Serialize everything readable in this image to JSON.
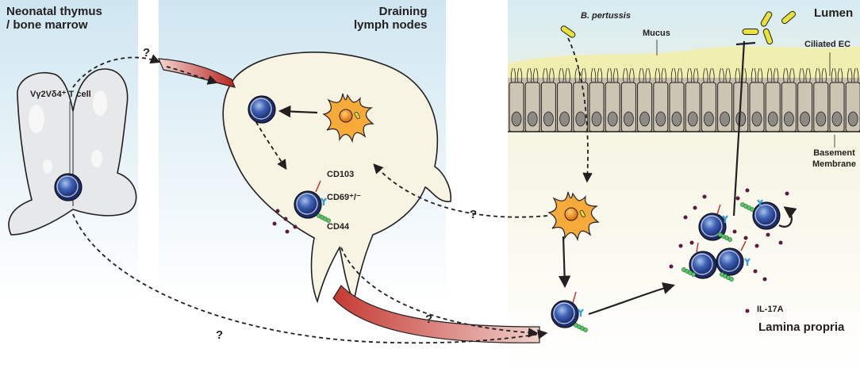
{
  "panels": {
    "thymus": {
      "title_line1": "Neonatal thymus",
      "title_line2": "/ bone marrow"
    },
    "lymph": {
      "title_line1": "Draining",
      "title_line2": "lymph nodes"
    },
    "airway": {
      "lumen": "Lumen",
      "lamina_propria": "Lamina propria"
    }
  },
  "labels": {
    "cell": "Vγ2Vδ4⁺ T cell",
    "cd103": "CD103",
    "cd69": "CD69⁺/⁻",
    "cd44": "CD44",
    "pathogen": "B. pertussis",
    "mucus": "Mucus",
    "ciliated": "Ciliated EC",
    "basement_line1": "Basement",
    "basement_line2": "Membrane",
    "il17a": "IL-17A",
    "question": "?"
  },
  "colors": {
    "panel_bg": "#dcedf5",
    "epithelium_bg": "#f6f3df",
    "mucus": "#f3f1b0",
    "cell_blue": "#2b3f8c",
    "dc_orange": "#f4a636",
    "vessel_red": "#c2302f",
    "bacteria": "#e3de2c",
    "dots": "#5a1a3c"
  },
  "icons": [
    "t-cell-icon",
    "dendritic-cell-icon",
    "bacteria-icon",
    "lymph-node-shape",
    "thymus-shape",
    "blood-vessel-shape"
  ]
}
